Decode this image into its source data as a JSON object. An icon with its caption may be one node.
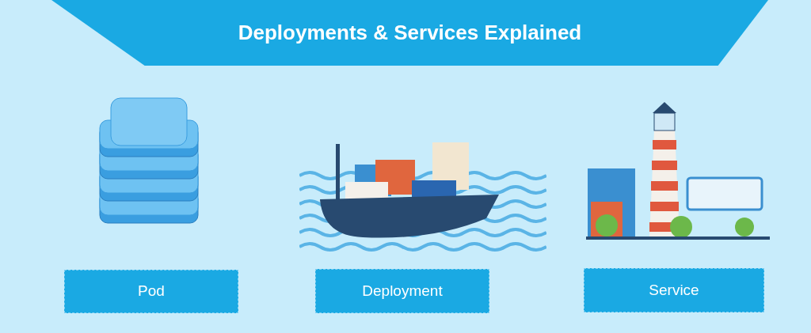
{
  "diagram": {
    "title": "Deployments & Services Explained",
    "nodes": [
      {
        "text": [
          "Pod"
        ]
      },
      {
        "text": [
          "Deployment"
        ]
      },
      {
        "text": [
          "Service"
        ]
      }
    ]
  }
}
